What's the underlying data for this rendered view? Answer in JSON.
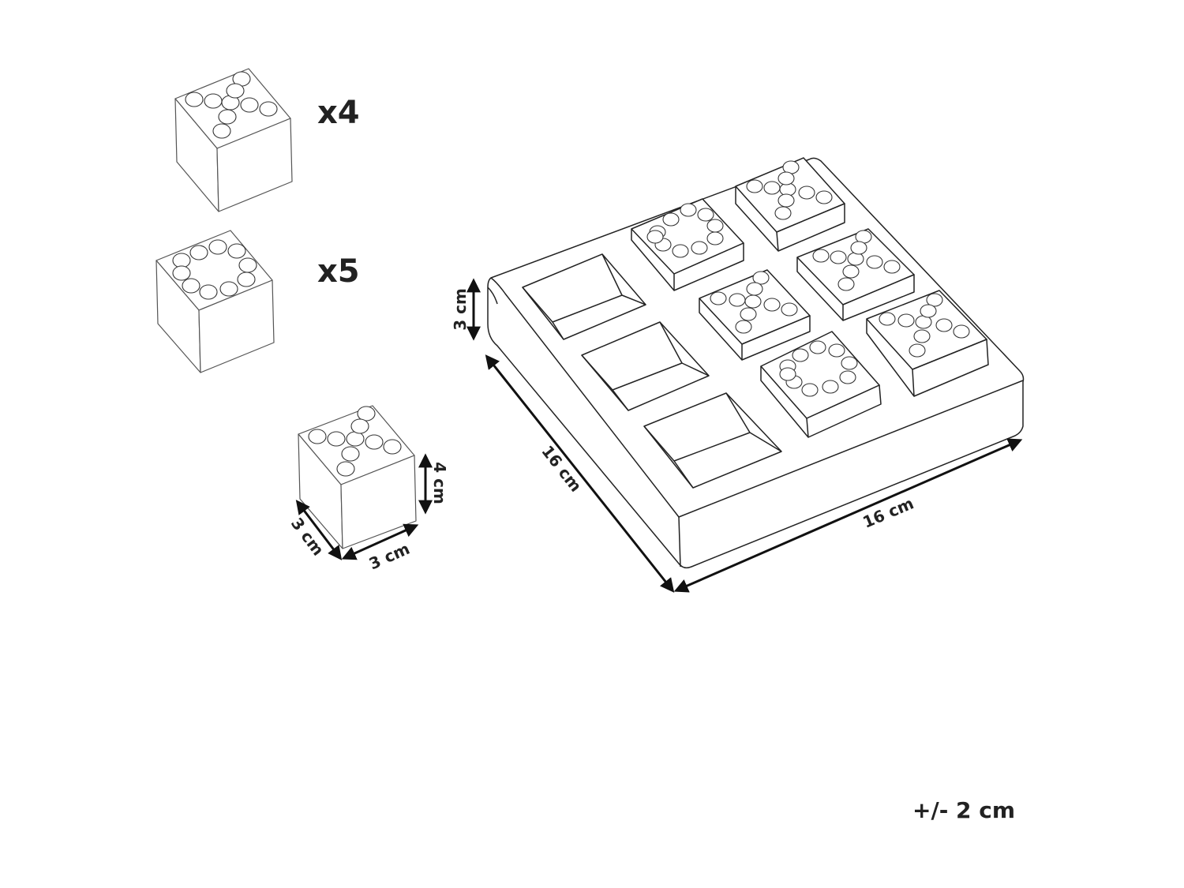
{
  "pieces": {
    "x_count": "x4",
    "o_count": "x5"
  },
  "dimensions": {
    "piece_height": "4 cm",
    "piece_depth": "3 cm",
    "piece_width": "3 cm",
    "board_height": "3 cm",
    "board_depth": "16 cm",
    "board_width": "16 cm"
  },
  "tolerance": "+/- 2 cm"
}
